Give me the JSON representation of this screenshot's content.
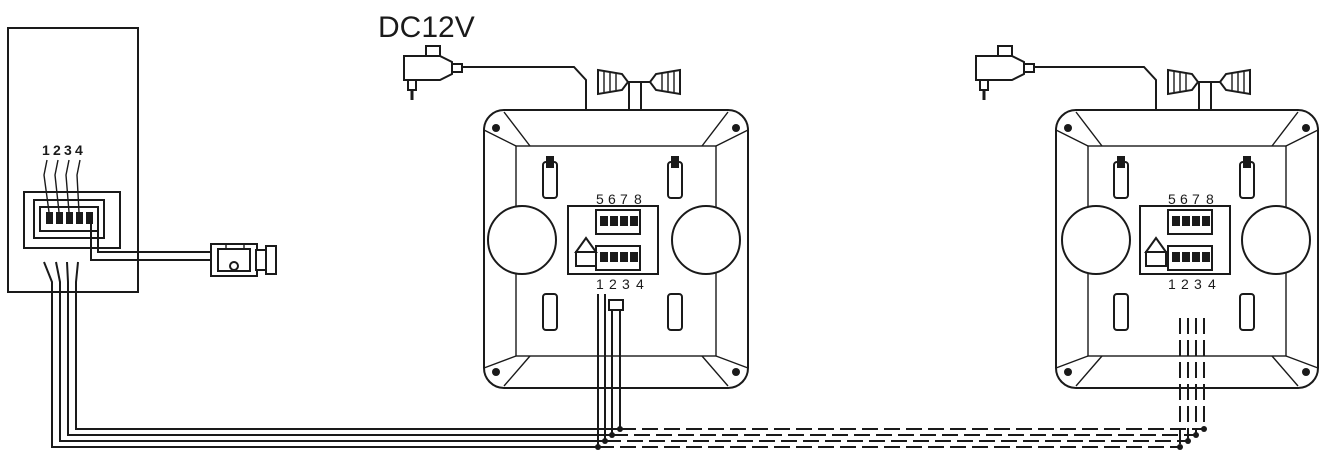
{
  "power_label": "DC12V",
  "outdoor_terminals": [
    "1",
    "2",
    "3",
    "4"
  ],
  "monitor_top_terminals": [
    "5",
    "6",
    "7",
    "8"
  ],
  "monitor_bottom_terminals": [
    "1",
    "2",
    "3",
    "4"
  ],
  "colors": {
    "line": "#1a1a1a",
    "background": "#ffffff"
  },
  "components": {
    "outdoor_station": "outdoor-station",
    "electric_lock": "lock-icon",
    "power_adapter": "power-adapter-icon",
    "monitor": "indoor-monitor",
    "alarm_siren": "siren-icon"
  }
}
